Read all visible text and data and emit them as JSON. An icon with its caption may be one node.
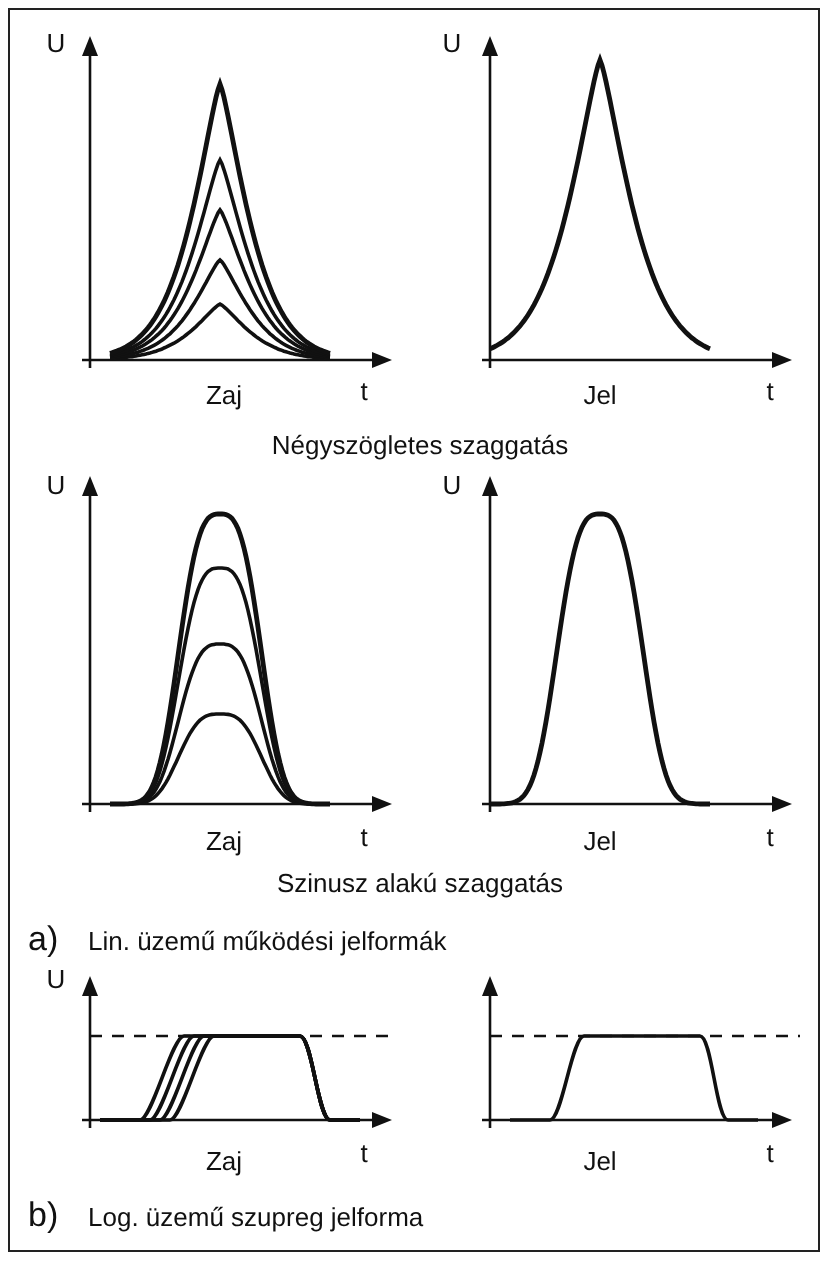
{
  "diagram": {
    "labels": [
      "U",
      "U",
      "Zaj",
      "t",
      "Jel",
      "t",
      "Négyszögletes szaggatás",
      "U",
      "U",
      "Zaj",
      "t",
      "Jel",
      "t",
      "Szinusz alakú szaggatás",
      "a)",
      "Lin. üzemű működési jelformák",
      "U",
      "Zaj",
      "t",
      "Jel",
      "t",
      "b)",
      "Log. üzemű szupreg jelforma"
    ]
  }
}
